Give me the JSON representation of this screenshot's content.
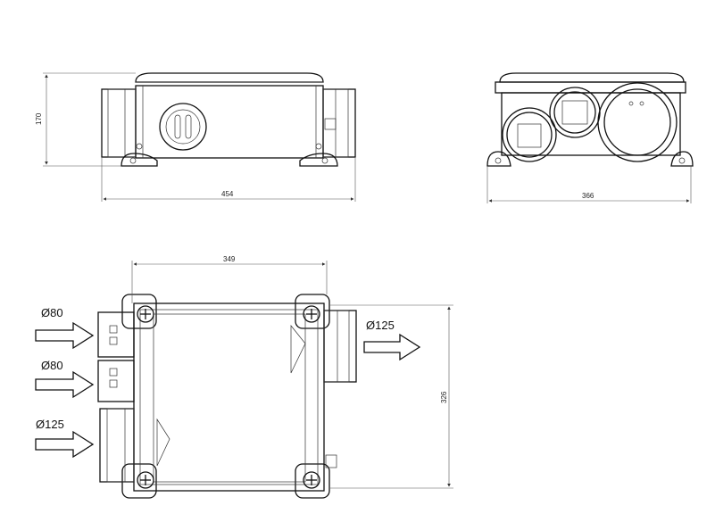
{
  "dimensions": {
    "height_side": "170",
    "length_side": "454",
    "width_front": "366",
    "top_length": "349",
    "top_width": "326"
  },
  "ports": {
    "inlet_1": "Ø80",
    "inlet_2": "Ø80",
    "inlet_3": "Ø125",
    "outlet": "Ø125"
  },
  "colors": {
    "line": "#111111",
    "background": "#ffffff"
  }
}
